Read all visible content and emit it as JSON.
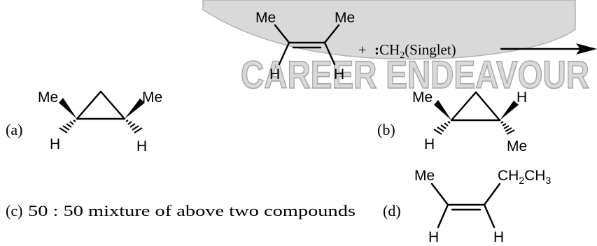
{
  "watermark": {
    "text": "CAREER ENDEAVOUR",
    "fill_color": "#d9d9d9",
    "outline_color": "#a6a6a6"
  },
  "reaction": {
    "reactant_substituent_left": "Me",
    "reactant_substituent_right": "Me",
    "reactant_h_left": "H",
    "reactant_h_right": "H",
    "plus_sign": "+",
    "reagent_dot": ":",
    "reagent_formula": "CH",
    "reagent_subscript": "2",
    "reagent_state": "(Singlet)"
  },
  "options": {
    "a": {
      "label": "(a)",
      "substituent_left": "Me",
      "substituent_right": "Me",
      "h_left": "H",
      "h_right": "H"
    },
    "b": {
      "label": "(b)",
      "substituent_left": "Me",
      "substituent_right": "H",
      "h_left": "H",
      "h_right": "Me"
    },
    "c": {
      "label": "(c)",
      "text": "50 : 50 mixture of above two compounds"
    },
    "d": {
      "label": "(d)",
      "substituent_left": "Me",
      "substituent_right_main": "CH",
      "substituent_right_sub1": "2",
      "substituent_right_mid": "CH",
      "substituent_right_sub2": "3",
      "h_left": "H",
      "h_right": "H"
    }
  }
}
